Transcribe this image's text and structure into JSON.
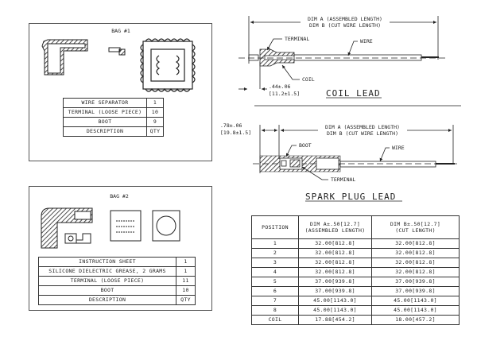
{
  "bag1": {
    "title": "BAG #1",
    "rows": [
      {
        "description": "WIRE SEPARATOR",
        "qty": "1"
      },
      {
        "description": "TERMINAL (LOOSE PIECE)",
        "qty": "10"
      },
      {
        "description": "BOOT",
        "qty": "9"
      },
      {
        "description": "DESCRIPTION",
        "qty": "QTY"
      }
    ]
  },
  "bag2": {
    "title": "BAG #2",
    "rows": [
      {
        "description": "INSTRUCTION SHEET",
        "qty": "1"
      },
      {
        "description": "SILICONE DIELECTRIC GREASE, 2 GRAMS",
        "qty": "1"
      },
      {
        "description": "TERMINAL (LOOSE PIECE)",
        "qty": "11"
      },
      {
        "description": "BOOT",
        "qty": "10"
      },
      {
        "description": "DESCRIPTION",
        "qty": "QTY"
      }
    ]
  },
  "coil_lead": {
    "title": "COIL LEAD",
    "dim_a": "DIM A (ASSEMBLED LENGTH)",
    "dim_b": "DIM B (CUT WIRE LENGTH)",
    "terminal": "TERMINAL",
    "wire": "WIRE",
    "coil": "COIL",
    "tol_in": ".44±.06",
    "tol_mm": "[11.2±1.5]"
  },
  "spark_plug_lead": {
    "title": "SPARK PLUG LEAD",
    "dim_a": "DIM A (ASSEMBLED LENGTH)",
    "dim_b": "DIM B (CUT WIRE LENGTH)",
    "boot": "BOOT",
    "wire": "WIRE",
    "terminal": "TERMINAL",
    "tol_in": ".78±.06",
    "tol_mm": "[19.8±1.5]"
  },
  "length_table": {
    "headers": {
      "position": "POSITION",
      "dim_a_1": "DIM A±.50[12.7]",
      "dim_a_2": "(ASSEMBLED LENGTH)",
      "dim_b_1": "DIM B±.50[12.7]",
      "dim_b_2": "(CUT LENGTH)"
    },
    "rows": [
      {
        "position": "1",
        "dim_a": "32.00[812.8]",
        "dim_b": "32.00[812.8]"
      },
      {
        "position": "2",
        "dim_a": "32.00[812.8]",
        "dim_b": "32.00[812.8]"
      },
      {
        "position": "3",
        "dim_a": "32.00[812.8]",
        "dim_b": "32.00[812.8]"
      },
      {
        "position": "4",
        "dim_a": "32.00[812.8]",
        "dim_b": "32.00[812.8]"
      },
      {
        "position": "5",
        "dim_a": "37.00[939.8]",
        "dim_b": "37.00[939.8]"
      },
      {
        "position": "6",
        "dim_a": "37.00[939.8]",
        "dim_b": "37.00[939.8]"
      },
      {
        "position": "7",
        "dim_a": "45.00[1143.0]",
        "dim_b": "45.00[1143.0]"
      },
      {
        "position": "8",
        "dim_a": "45.00[1143.0]",
        "dim_b": "45.00[1143.0]"
      },
      {
        "position": "COIL",
        "dim_a": "17.88[454.2]",
        "dim_b": "18.00[457.2]"
      }
    ]
  }
}
